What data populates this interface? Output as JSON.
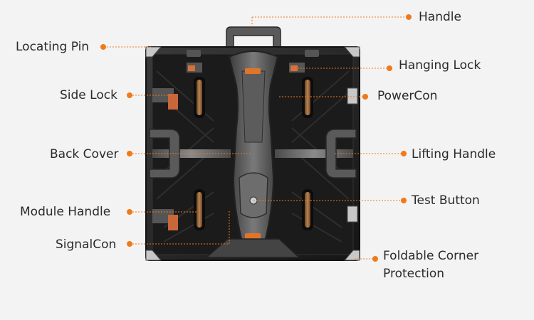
{
  "labels": {
    "handle": "Handle",
    "locating_pin": "Locating Pin",
    "hanging_lock": "Hanging Lock",
    "side_lock": "Side Lock",
    "powercon": "PowerCon",
    "back_cover": "Back Cover",
    "lifting_handle": "Lifting Handle",
    "test_button": "Test Button",
    "module_handle": "Module Handle",
    "signalcon": "SignalCon",
    "corner_line1": "Foldable Corner",
    "corner_line2": "Protection"
  },
  "colors": {
    "accent": "#f07a1a",
    "cabinet": "#1c1c1c",
    "frame": "#2b2b2b",
    "metal": "#6a6a6a",
    "copper": "#9a6a3c",
    "background": "#f3f3f3",
    "text": "#2a2a2a"
  }
}
